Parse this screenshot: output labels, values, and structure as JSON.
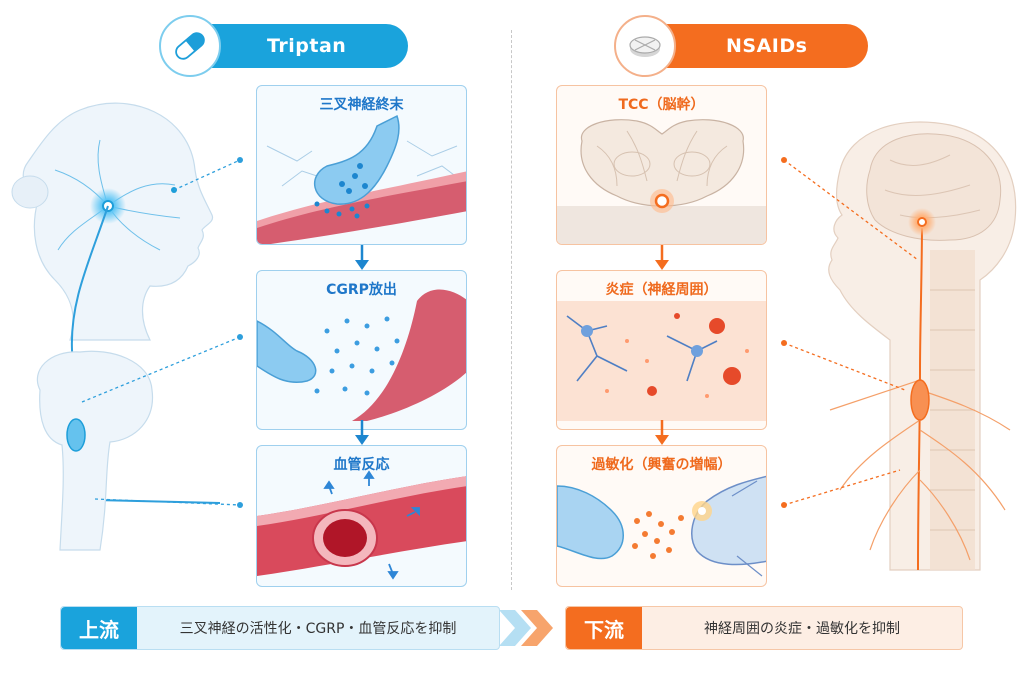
{
  "triptan": {
    "title": "Triptan",
    "panels": [
      "三叉神経終末",
      "CGRP放出",
      "血管反応"
    ],
    "summary_tag": "上流",
    "summary_text": "三叉神経の活性化・CGRP・血管反応を抑制"
  },
  "nsaids": {
    "title": "NSAIDs",
    "panels": [
      "TCC（脳幹）",
      "炎症（神経周囲）",
      "過敏化（興奮の増幅）"
    ],
    "summary_tag": "下流",
    "summary_text": "神経周囲の炎症・過敏化を抑制"
  },
  "colors": {
    "blue": "#1d9ed9",
    "orange": "#f46d1f"
  },
  "icons": [
    "capsule-icon",
    "tablet-icon"
  ]
}
